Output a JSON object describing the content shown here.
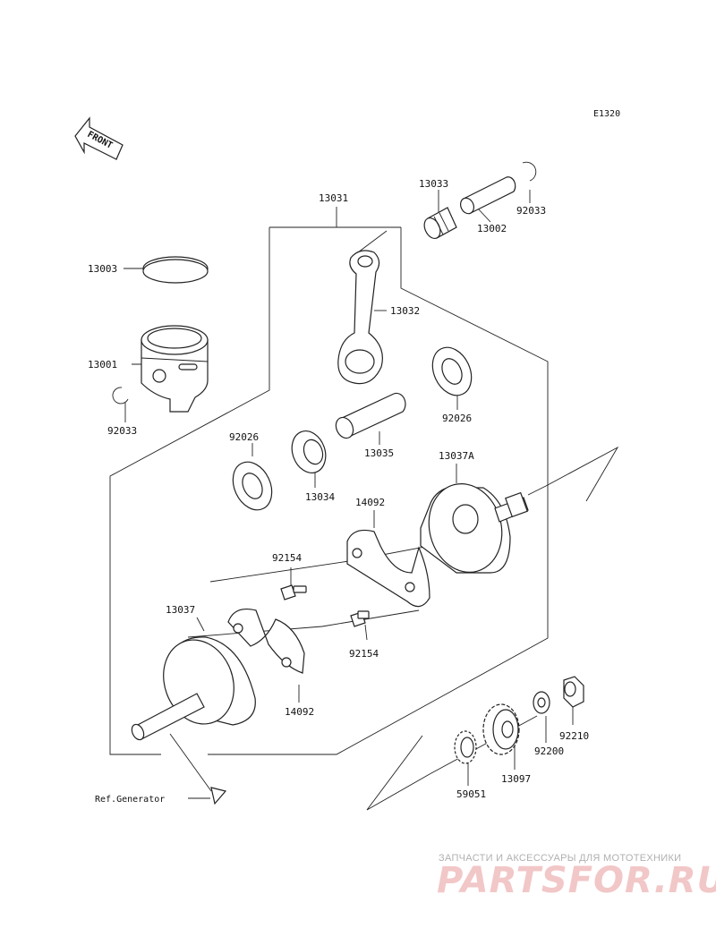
{
  "diagram_id": "E1320",
  "front_label": "FRONT",
  "ref_generator": "Ref.Generator",
  "parts": {
    "p13031": "13031",
    "p13033": "13033",
    "p92033_top": "92033",
    "p13002": "13002",
    "p13003": "13003",
    "p13032": "13032",
    "p13001": "13001",
    "p92033_left": "92033",
    "p92026_right": "92026",
    "p92026_left": "92026",
    "p13035": "13035",
    "p13037A": "13037A",
    "p13034": "13034",
    "p14092_top": "14092",
    "p92154_top": "92154",
    "p13037": "13037",
    "p92154_bottom": "92154",
    "p14092_bottom": "14092",
    "p92210": "92210",
    "p92200": "92200",
    "p13097": "13097",
    "p59051": "59051"
  },
  "watermark": {
    "small": "ЗАПЧАСТИ И АКСЕССУАРЫ ДЛЯ МОТОТЕХНИКИ",
    "big": "PARTSFOR.RU"
  }
}
